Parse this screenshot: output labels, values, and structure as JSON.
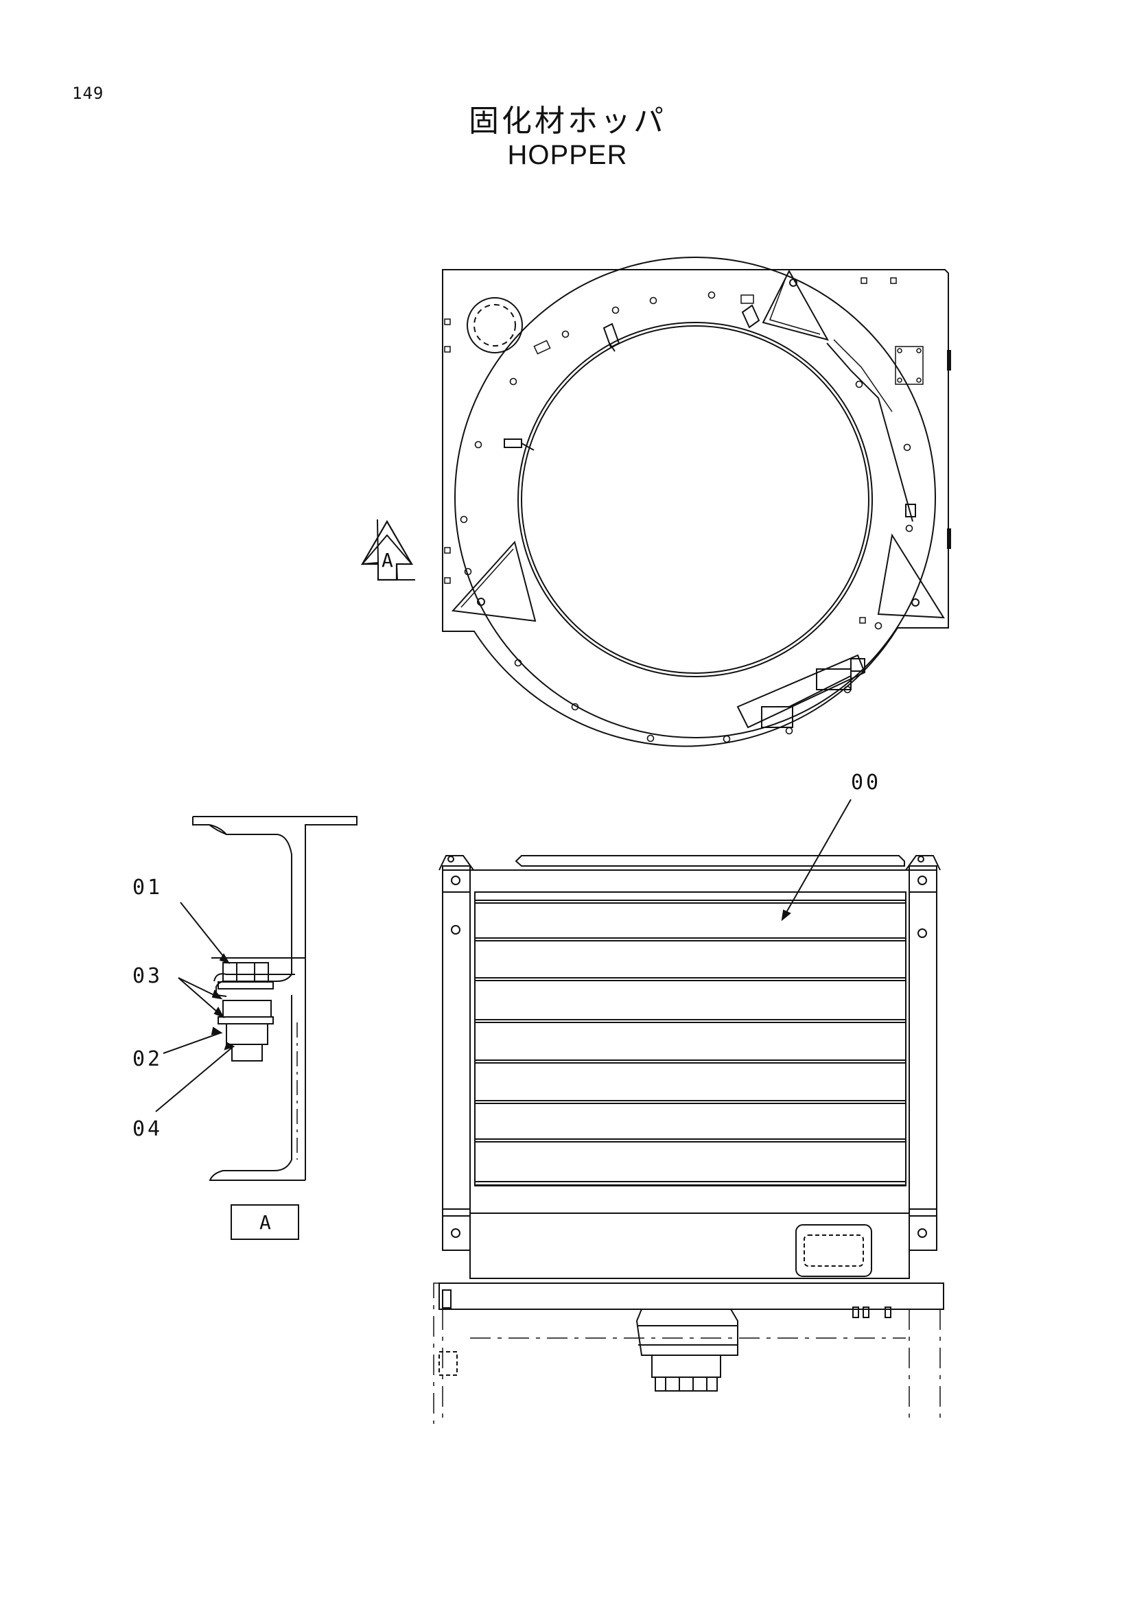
{
  "page_number": "149",
  "title_jp": "固化材ホッパ",
  "title_en": "HOPPER",
  "view_marker": {
    "letter": "A"
  },
  "detail_view_label": "A",
  "callouts": {
    "c00": "00",
    "c01": "01",
    "c02": "02",
    "c03": "03",
    "c04": "04"
  },
  "colors": {
    "line": "#111111",
    "background": "#ffffff"
  }
}
